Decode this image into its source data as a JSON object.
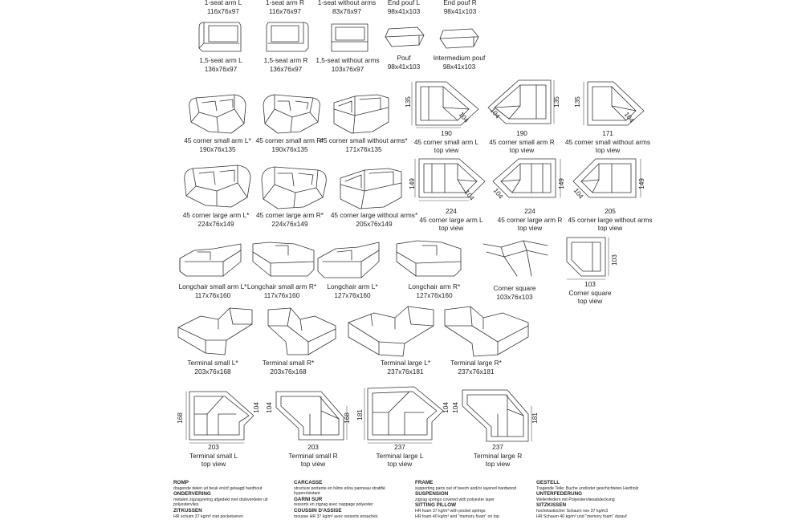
{
  "top_row_captions": [
    {
      "name": "1-seat arm L",
      "dims": "116x76x97"
    },
    {
      "name": "1-seat arm R",
      "dims": "116x76x97"
    },
    {
      "name": "1-seat without arms",
      "dims": "83x76x97"
    },
    {
      "name": "End pouf L",
      "dims": "98x41x103"
    },
    {
      "name": "End pouf R",
      "dims": "98x41x103"
    }
  ],
  "row1": [
    {
      "name": "1,5-seat arm L",
      "dims": "136x76x97"
    },
    {
      "name": "1,5-seat arm R",
      "dims": "136x76x97"
    },
    {
      "name": "1,5-seat without arms",
      "dims": "103x76x97"
    },
    {
      "name": "Pouf",
      "dims": "98x41x103"
    },
    {
      "name": "Intermedium pouf",
      "dims": "98x41x103"
    }
  ],
  "row2": [
    {
      "name": "45 corner small arm L*",
      "dims": "190x76x135"
    },
    {
      "name": "45 corner small arm R*",
      "dims": "190x76x135"
    },
    {
      "name": "45 corner small without arms*",
      "dims": "171x76x135"
    }
  ],
  "row2_top": [
    {
      "w": "190",
      "h": "135",
      "d": "104",
      "l1": "45 corner small arm L",
      "l2": "top view"
    },
    {
      "w": "190",
      "h": "135",
      "d": "104",
      "l1": "45 corner small arm R",
      "l2": "top view"
    },
    {
      "w": "171",
      "h": "135",
      "d": "104",
      "l1": "45 corner small without arms",
      "l2": "top view"
    }
  ],
  "row3": [
    {
      "name": "45 corner large arm L*",
      "dims": "224x76x149"
    },
    {
      "name": "45 corner large arm R*",
      "dims": "224x76x149"
    },
    {
      "name": "45 corner large without arms*",
      "dims": "205x76x149"
    }
  ],
  "row3_top": [
    {
      "w": "224",
      "h": "149",
      "d": "104",
      "l1": "45 corner large arm L",
      "l2": "top view"
    },
    {
      "w": "224",
      "h": "149",
      "d": "104",
      "l1": "45 corner large arm R",
      "l2": "top view"
    },
    {
      "w": "205",
      "h": "149",
      "d": "104",
      "l1": "45 corner large without arms",
      "l2": "top view"
    }
  ],
  "row4": [
    {
      "name": "Longchair small arm L*",
      "dims": "117x76x160"
    },
    {
      "name": "Longchair small arm R*",
      "dims": "117x76x160"
    },
    {
      "name": "Longchair arm L*",
      "dims": "127x76x160"
    },
    {
      "name": "Longchair arm R*",
      "dims": "127x76x160"
    },
    {
      "name": "Corner square",
      "dims": "103x76x103"
    }
  ],
  "row4_corner_top": {
    "w": "103",
    "h": "103",
    "l1": "Corner square",
    "l2": "top view"
  },
  "row5": [
    {
      "name": "Terminal small L*",
      "dims": "203x76x168"
    },
    {
      "name": "Terminal small R*",
      "dims": "203x76x168"
    },
    {
      "name": "Terminal large L*",
      "dims": "237x76x181"
    },
    {
      "name": "Terminal large R*",
      "dims": "237x76x181"
    }
  ],
  "row6_top": [
    {
      "w": "203",
      "h": "168",
      "d": "104",
      "l1": "Terminal small L",
      "l2": "top view"
    },
    {
      "w": "203",
      "h": "168",
      "d": "104",
      "l1": "Terminal small R",
      "l2": "top view"
    },
    {
      "w": "237",
      "h": "181",
      "d": "104",
      "l1": "Terminal large L",
      "l2": "top view"
    },
    {
      "w": "237",
      "h": "181",
      "d": "104",
      "l1": "Terminal large R",
      "l2": "top view"
    }
  ],
  "specs": [
    [
      {
        "h": "ROMP",
        "t": "dragende delen uit beuk en/of gelaagd hardhout"
      },
      {
        "h": "ONDERVERING",
        "t": "metalen zigzagvering afgedekt met drukverdeler uit polyestervlies"
      },
      {
        "h": "ZITKUSSEN",
        "t": "HR schuim 37 kg/m³ met pocketveren"
      }
    ],
    [
      {
        "h": "CARCASSE",
        "t": "structure portante en hêtre et/ou panneau stratifié hyperrésistant"
      },
      {
        "h": "GARNI SUR",
        "t": "ressorts en zigzag avec nappage polyester"
      },
      {
        "h": "COUSSIN D'ASSISE",
        "t": "mousse HR 37 kg/m³ avec ressorts ensachés"
      }
    ],
    [
      {
        "h": "FRAME",
        "t": "supporting parts out of beech and/or layered hardwood"
      },
      {
        "h": "SUSPENSION",
        "t": "zigzag springs covered with polyester layer"
      },
      {
        "h": "SITTING PILLOW",
        "t": "HR foam 37 kg/m³ with pocket springs"
      },
      {
        "h": "",
        "t": "HR foam 40 kg/m³ and \"memory foam\" on top"
      }
    ],
    [
      {
        "h": "GESTELL",
        "t": "Tragende Teile: Buche und/oder geschichtetes Hartholz"
      },
      {
        "h": "UNTERFEDERUNG",
        "t": "Wellenfedern mit Polyestervliesabdeckung"
      },
      {
        "h": "SITZKISSEN",
        "t": "hochelastischer Schaum von 37 kg/m3"
      },
      {
        "h": "",
        "t": "HR Schaum 40 kg/m³ und \"memory foam\" darauf"
      }
    ]
  ]
}
